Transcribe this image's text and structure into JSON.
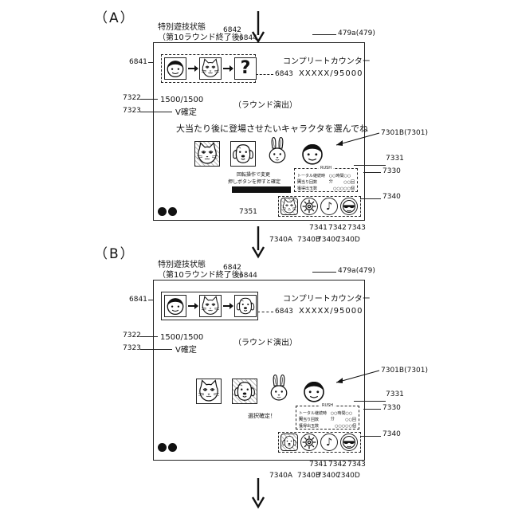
{
  "figureA": {
    "label": "（A）",
    "state_title_1": "特別遊技状態",
    "state_title_2": "（第10ラウンド終了後）",
    "ref_screen": "479a(479)",
    "ref_seq": "6841",
    "ref_6842": "6842",
    "ref_6844": "6844",
    "ref_6843": "6843",
    "complete_counter_label": "コンプリートカウンター",
    "complete_counter_value": "XXXXX/95000",
    "ref_7322": "7322",
    "counter_value": "1500/1500",
    "ref_7323": "7323",
    "v_confirmed": "V確定",
    "round_effect": "（ラウンド演出）",
    "prompt": "大当たり後に登場させたいキャラクタを選んでね",
    "ref_7301": "7301B(7301)",
    "ref_7331": "7331",
    "ref_7330": "7330",
    "rush_title": "RUSH",
    "rush_rows": [
      "トータル継続時間",
      "大当り回数",
      "獲得出玉数"
    ],
    "rush_values": [
      "○○時間○○分",
      "○○回",
      "○○○○○個"
    ],
    "instruction_1": "回転操作で変更",
    "instruction_2": "押しボタンを押すと確定",
    "ref_7351": "7351",
    "ref_7340": "7340",
    "ref_7340A": "7340A",
    "ref_7340B": "7340B",
    "ref_7340C": "7340C",
    "ref_7340D": "7340D",
    "ref_7341": "7341",
    "ref_7342": "7342",
    "ref_7343": "7343"
  },
  "figureB": {
    "label": "（B）",
    "state_title_1": "特別遊技状態",
    "state_title_2": "（第10ラウンド終了後）",
    "ref_screen": "479a(479)",
    "ref_seq": "6841",
    "ref_6842": "6842",
    "ref_6844": "6844",
    "ref_6843": "6843",
    "complete_counter_label": "コンプリートカウンター",
    "complete_counter_value": "XXXXX/95000",
    "ref_7322": "7322",
    "counter_value": "1500/1500",
    "ref_7323": "7323",
    "v_confirmed": "V確定",
    "round_effect": "（ラウンド演出）",
    "ref_7301": "7301B(7301)",
    "ref_7331": "7331",
    "ref_7330": "7330",
    "rush_title": "RUSH",
    "rush_rows": [
      "トータル継続時間",
      "大当り回数",
      "獲得出玉数"
    ],
    "rush_values": [
      "○○時間○○分",
      "○○回",
      "○○○○○個"
    ],
    "selection_confirmed": "選択確定！",
    "ref_7340": "7340",
    "ref_7340A": "7340A",
    "ref_7340B": "7340B",
    "ref_7340C": "7340C",
    "ref_7340D": "7340D",
    "ref_7341": "7341",
    "ref_7342": "7342",
    "ref_7343": "7343"
  },
  "glyphs": {
    "question": "?",
    "note": "♪"
  }
}
